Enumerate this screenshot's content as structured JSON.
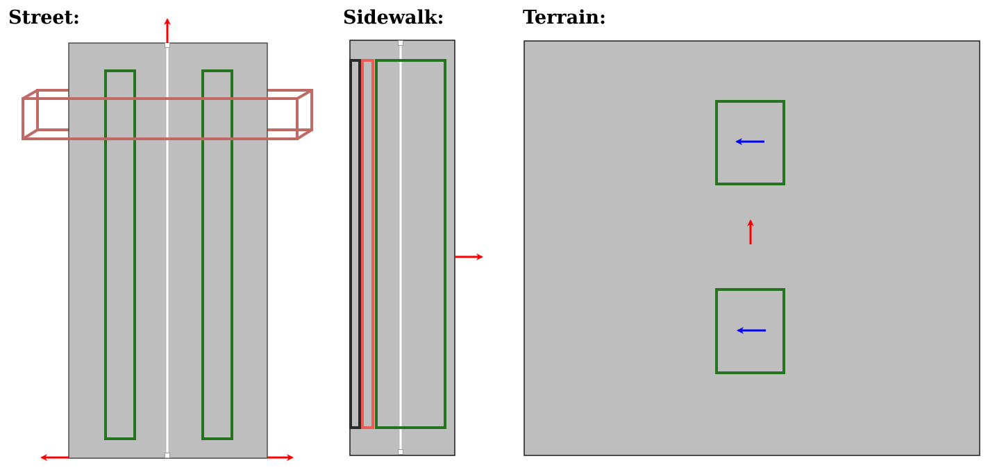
{
  "panels": {
    "street": {
      "title": "Street:"
    },
    "sidewalk": {
      "title": "Sidewalk:"
    },
    "terrain": {
      "title": "Terrain:"
    }
  },
  "colors": {
    "surface": "#bebebe",
    "outline": "#1a1a1a",
    "green": "#26731f",
    "red": "#ff0000",
    "blue": "#0000ff",
    "box_red": "#c06a66",
    "sidewalk_red": "#ef5a55",
    "sidewalk_black": "#2a2a2a",
    "centerline": "#ffffff"
  }
}
